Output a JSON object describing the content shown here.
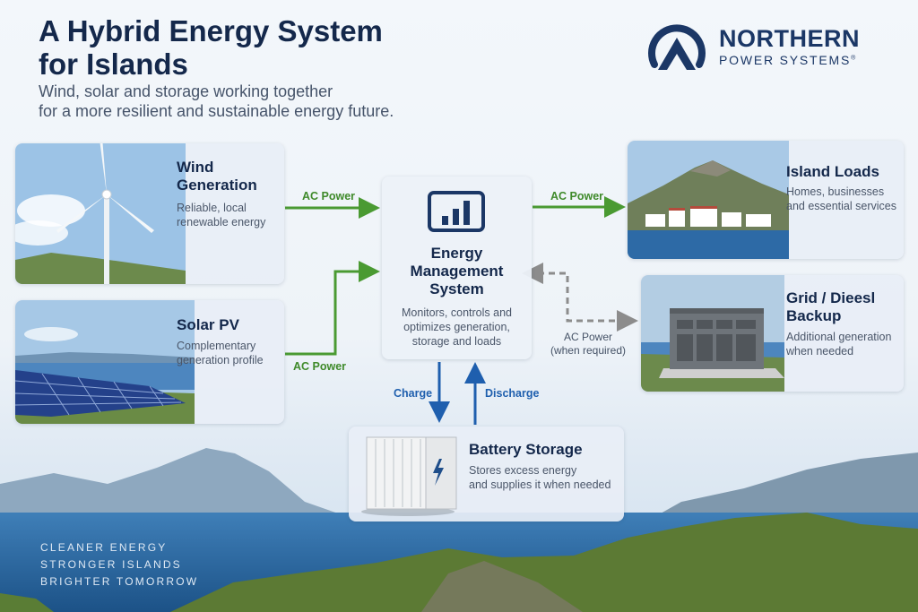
{
  "header": {
    "title_line1": "A Hybrid Energy System",
    "title_line2": "for Islands",
    "subtitle_line1": "Wind, solar and storage working together",
    "subtitle_line2": "for a more resilient and sustainable energy future."
  },
  "logo": {
    "name": "NORTHERN",
    "tagline": "POWER SYSTEMS",
    "mark": "®"
  },
  "nodes": {
    "wind": {
      "title_line1": "Wind",
      "title_line2": "Generation",
      "desc_line1": "Reliable, local",
      "desc_line2": "renewable energy"
    },
    "solar": {
      "title": "Solar PV",
      "desc_line1": "Complementary",
      "desc_line2": "generation profile"
    },
    "ems": {
      "title_line1": "Energy",
      "title_line2": "Management",
      "title_line3": "System",
      "desc_line1": "Monitors, controls and",
      "desc_line2": "optimizes generation,",
      "desc_line3": "storage and loads"
    },
    "loads": {
      "title": "Island Loads",
      "desc_line1": "Homes, businesses",
      "desc_line2": "and essential services"
    },
    "backup": {
      "title_line1": "Grid / Dieesl",
      "title_line2": "Backup",
      "desc_line1": "Additional generation",
      "desc_line2": "when needed"
    },
    "battery": {
      "title": "Battery Storage",
      "desc_line1": "Stores excess energy",
      "desc_line2": "and supplies it when needed"
    }
  },
  "connections": {
    "wind_ems": "AC Power",
    "solar_ems": "AC Power",
    "ems_loads": "AC Power",
    "backup_label": "AC Power",
    "backup_note": "(when required)",
    "charge": "Charge",
    "discharge": "Discharge"
  },
  "footer": [
    "CLEANER ENERGY",
    "STRONGER ISLANDS",
    "BRIGHTER TOMORROW"
  ],
  "colors": {
    "navy": "#14284b",
    "green_arrow": "#4a9a32",
    "blue_arrow": "#1f5fae",
    "gray_arrow": "#8c8c8c",
    "sea": "#1f5f99"
  },
  "icons": [
    "wind-turbine-icon",
    "solar-panel-icon",
    "bar-chart-icon",
    "house-icon",
    "generator-icon",
    "battery-container-icon",
    "lightning-icon"
  ]
}
